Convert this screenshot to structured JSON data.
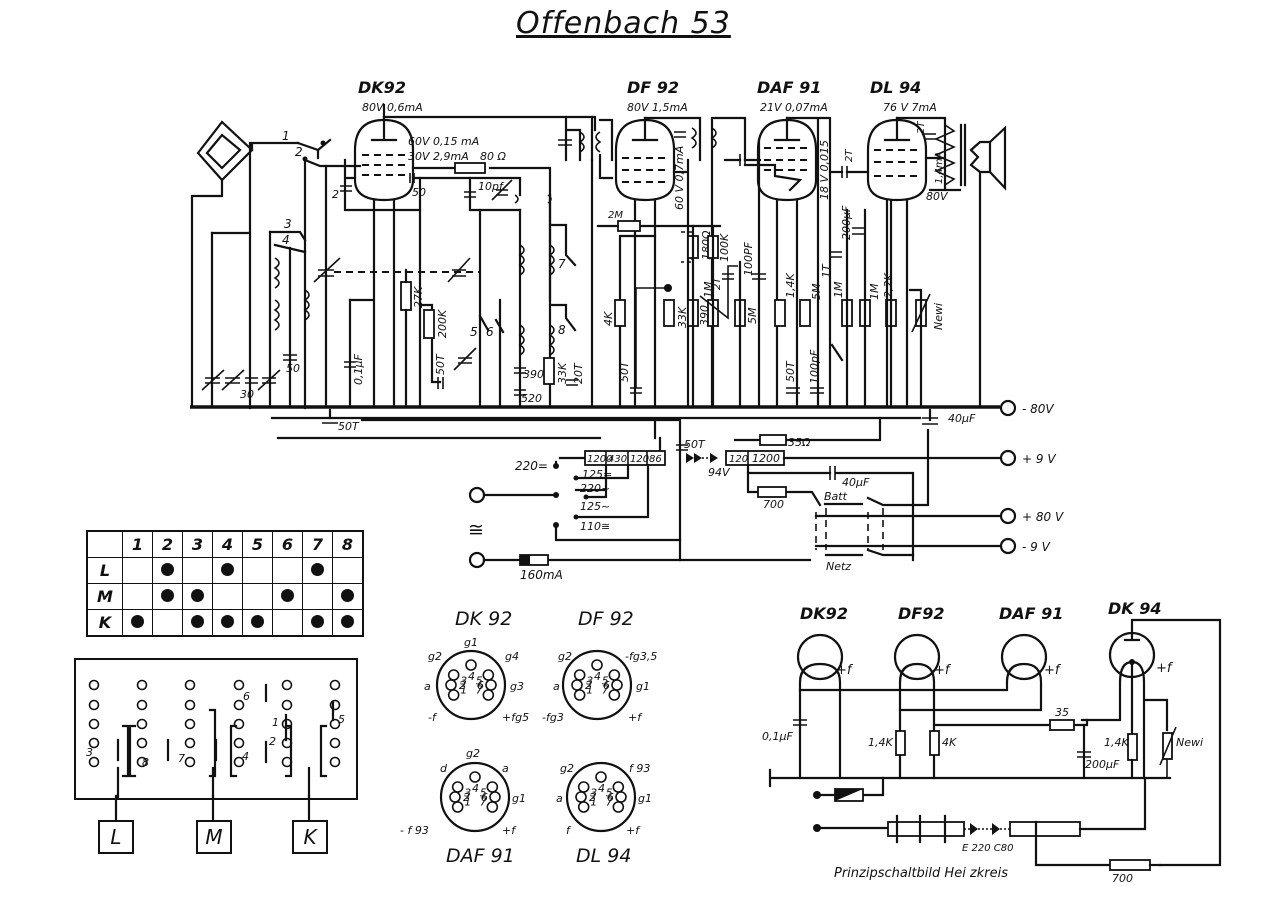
{
  "title": "Offenbach 53",
  "main_schematic": {
    "tubes": [
      {
        "name": "DK92",
        "rating": "80V 0,6mA"
      },
      {
        "name": "DF 92",
        "rating": "80V 1,5mA"
      },
      {
        "name": "DAF 91",
        "rating": "21V 0,07mA"
      },
      {
        "name": "DL 94",
        "rating": "76 V 7mA"
      }
    ],
    "dk92_screen_labels": [
      "60V 0,15 mA",
      "30V 2,9mA"
    ],
    "component_labels": {
      "r_80ohm": "80 Ω",
      "c_50": "50",
      "c_2": "2",
      "c_10pf": "10pf",
      "c_30": "30",
      "c_50b": "50",
      "c_01uf": "0,1μF",
      "r_27k": "27K",
      "r_200k": "200K",
      "c_50t_a": "50T",
      "c_50t_b": "50T",
      "c_390": "390",
      "c_520": "520",
      "r_33k_a": "33K",
      "c_20t": "20T",
      "r_2m": "2M",
      "r_4k": "4K",
      "c_50t_c": "50T",
      "r_33k_b": "33K",
      "r_180ohm": "180Ω",
      "r_100k": "100K",
      "r_390": "390",
      "pot_1m": "1M",
      "c_2t": "2T",
      "r_5m_a": "5M",
      "c_100pf_a": "100PF",
      "df92_screen": "60 V 0,7mA",
      "daf91_screen": "18 V 0,015",
      "r_14k": "1,4K",
      "r_5m_b": "5M",
      "c_50t_d": "50T",
      "c_100pf_b": "100pF",
      "c_1t": "1T",
      "r_1m_a": "1M",
      "c_200uf": "200μF",
      "r_1m_b": "1M",
      "r_22k": "2,2K",
      "newi": "Newi",
      "c_2t_out": "2T",
      "dl94_screen": "1,4mA",
      "out_80v": "80V",
      "c_50t_bottom": "50T",
      "c_40uf_a": "40μF",
      "c_40uf_b": "40μF",
      "r_35ohm": "35Ω",
      "c_50t_mains": "50T",
      "diode_94v": "94V",
      "r_700": "700",
      "fuse_160ma": "160mA",
      "batt": "Batt",
      "netz": "Netz"
    },
    "switch_numbers": [
      "1",
      "2",
      "3",
      "4",
      "5",
      "6",
      "7",
      "8"
    ],
    "voltage_taps": [
      "220=",
      "125=",
      "220~",
      "125~",
      "110≅"
    ],
    "mains_symbol": "≅",
    "tap_resistor_values": [
      "1200",
      "430",
      "120",
      "86"
    ],
    "series_resistor_values": [
      "120",
      "1200"
    ],
    "terminals": [
      "- 80V",
      "+ 9 V",
      "+ 80 V",
      "- 9 V"
    ]
  },
  "switch_table": {
    "columns": [
      "1",
      "2",
      "3",
      "4",
      "5",
      "6",
      "7",
      "8"
    ],
    "rows": [
      {
        "band": "L",
        "contacts": [
          false,
          true,
          false,
          true,
          false,
          false,
          true,
          false
        ]
      },
      {
        "band": "M",
        "contacts": [
          false,
          true,
          true,
          false,
          false,
          true,
          false,
          true
        ]
      },
      {
        "band": "K",
        "contacts": [
          true,
          false,
          true,
          true,
          true,
          false,
          true,
          true
        ]
      }
    ]
  },
  "switch_panel": {
    "contact_numbers": [
      "3",
      "8",
      "7",
      "6",
      "4",
      "1",
      "2",
      "5"
    ],
    "band_buttons": [
      "L",
      "M",
      "K"
    ]
  },
  "pinouts": [
    {
      "tube": "DK 92",
      "pins": {
        "top": "g1",
        "upper_left": "g2",
        "upper_right": "g4",
        "left": "a",
        "right": "g3",
        "lower_left": "-f",
        "lower_right": "+fg5"
      }
    },
    {
      "tube": "DF 92",
      "pins": {
        "top": "",
        "upper_left": "g2",
        "upper_right": "-fg3,5",
        "left": "a",
        "right": "g1",
        "lower_left": "-fg3",
        "lower_right": "+f"
      }
    },
    {
      "tube": "DAF 91",
      "pins": {
        "top": "g2",
        "upper_left": "d",
        "upper_right": "a",
        "left": "",
        "right": "g1",
        "lower_left": "- f 93",
        "lower_right": "+f"
      }
    },
    {
      "tube": "DL 94",
      "pins": {
        "top": "",
        "upper_left": "g2",
        "upper_right": "f 93",
        "left": "a",
        "right": "g1",
        "lower_left": "f",
        "lower_right": "+f"
      }
    }
  ],
  "pin_numbers": [
    "1",
    "2",
    "3",
    "4",
    "5",
    "6",
    "7"
  ],
  "heater_circuit": {
    "tubes": [
      "DK92",
      "DF92",
      "DAF 91",
      "DK 94"
    ],
    "heater_label": "+f",
    "labels": {
      "c_01uf": "0,1μF",
      "r_14k_a": "1,4K",
      "r_4k": "4K",
      "r_35": "35",
      "c_200uf": "200μF",
      "r_14k_b": "1,4K",
      "newi": "Newi",
      "rectifier": "E 220 C80",
      "r_700": "700"
    },
    "caption": "Prinzipschaltbild Hei zkreis"
  }
}
